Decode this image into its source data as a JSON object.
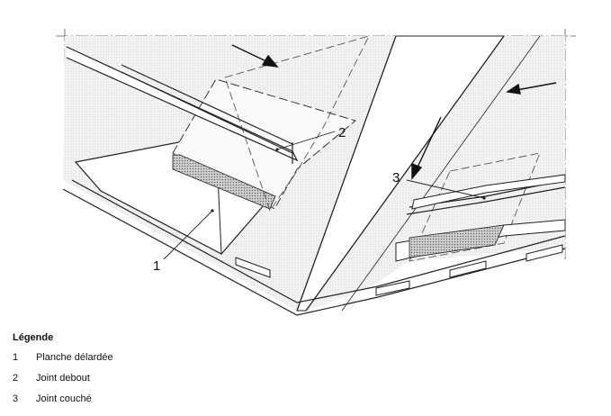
{
  "callouts": {
    "c1": "1",
    "c2": "2",
    "c3": "3"
  },
  "legend": {
    "title": "Légende",
    "items": [
      {
        "num": "1",
        "text": "Planche délardée"
      },
      {
        "num": "2",
        "text": "Joint debout"
      },
      {
        "num": "3",
        "text": "Joint couché"
      }
    ]
  },
  "colors": {
    "line": "#222222",
    "hatch": "#9a9a9a",
    "roof_fill": "#f3f3f3"
  }
}
